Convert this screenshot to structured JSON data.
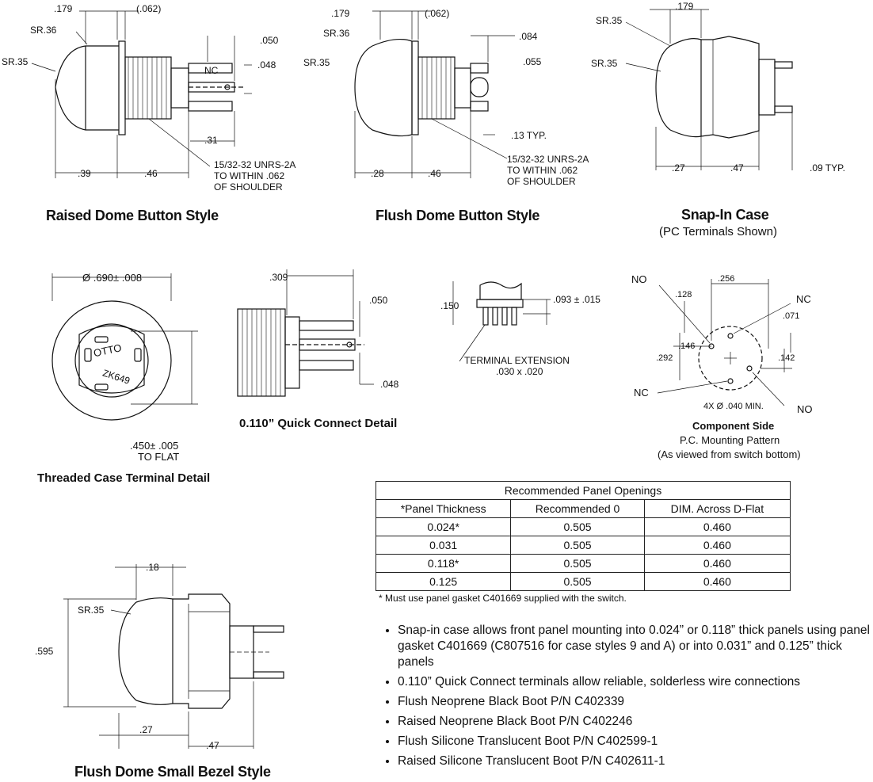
{
  "views": {
    "raised": {
      "caption": "Raised Dome Button Style",
      "dims": [
        ".179",
        "(.062)",
        "SR.36",
        "SR.35",
        ".050",
        "NC",
        ".048",
        ".31",
        ".39",
        ".46"
      ],
      "thread_note": [
        "15/32-32 UNRS-2A",
        "TO WITHIN .062",
        "OF SHOULDER"
      ]
    },
    "flush": {
      "caption": "Flush Dome Button Style",
      "dims": [
        ".179",
        "(.062)",
        "SR.36",
        "SR.35",
        ".084",
        ".055",
        ".13 TYP.",
        ".28",
        ".46"
      ],
      "thread_note": [
        "15/32-32 UNRS-2A",
        "TO WITHIN .062",
        "OF SHOULDER"
      ]
    },
    "snapin": {
      "caption": "Snap-In Case",
      "subcaption": "(PC Terminals Shown)",
      "dims": [
        ".179",
        "SR.35",
        "SR.35",
        ".27",
        ".47",
        ".09 TYP."
      ]
    },
    "threaded": {
      "caption": "Threaded Case Terminal Detail",
      "dims": [
        "Ø .690± .008",
        ".450± .005",
        "TO FLAT"
      ],
      "marking": [
        "OTTO",
        "ZK649"
      ]
    },
    "quick": {
      "caption": "0.110” Quick Connect Detail",
      "dims": [
        ".309",
        ".050",
        ".048"
      ]
    },
    "extension": {
      "dims": [
        ".150",
        ".093 ± .015",
        "TERMINAL EXTENSION",
        ".030 x .020"
      ]
    },
    "pcb": {
      "caption_bold": "Component Side",
      "caption_line1": "P.C. Mounting Pattern",
      "caption_line2": "(As viewed from switch bottom)",
      "labels": [
        "NO",
        "NC",
        "NC",
        "NO"
      ],
      "dims": [
        ".256",
        ".128",
        ".071",
        ".146",
        ".292",
        ".142",
        "4X Ø .040 MIN."
      ]
    },
    "small": {
      "caption": "Flush Dome Small Bezel Style",
      "dims": [
        ".18",
        "SR.35",
        ".595",
        ".27",
        ".47"
      ]
    }
  },
  "table": {
    "title": "Recommended Panel Openings",
    "headers": [
      "*Panel Thickness",
      "Recommended 0",
      "DIM. Across D-Flat"
    ],
    "rows": [
      [
        "0.024*",
        "0.505",
        "0.460"
      ],
      [
        "0.031",
        "0.505",
        "0.460"
      ],
      [
        "0.118*",
        "0.505",
        "0.460"
      ],
      [
        "0.125",
        "0.505",
        "0.460"
      ]
    ],
    "footnote": "* Must use panel gasket C401669 supplied with the switch."
  },
  "bullets": [
    "Snap-in case allows front panel mounting into 0.024” or 0.118” thick panels using panel gasket C401669 (C807516 for case styles 9 and A) or into 0.031” and 0.125” thick panels",
    "0.110” Quick Connect terminals allow reliable, solderless wire connections",
    "Flush Neoprene Black Boot P/N C402339",
    "Raised Neoprene Black Boot P/N C402246",
    "Flush Silicone Translucent Boot P/N C402599-1",
    "Raised Silicone Translucent Boot P/N C402611-1"
  ]
}
